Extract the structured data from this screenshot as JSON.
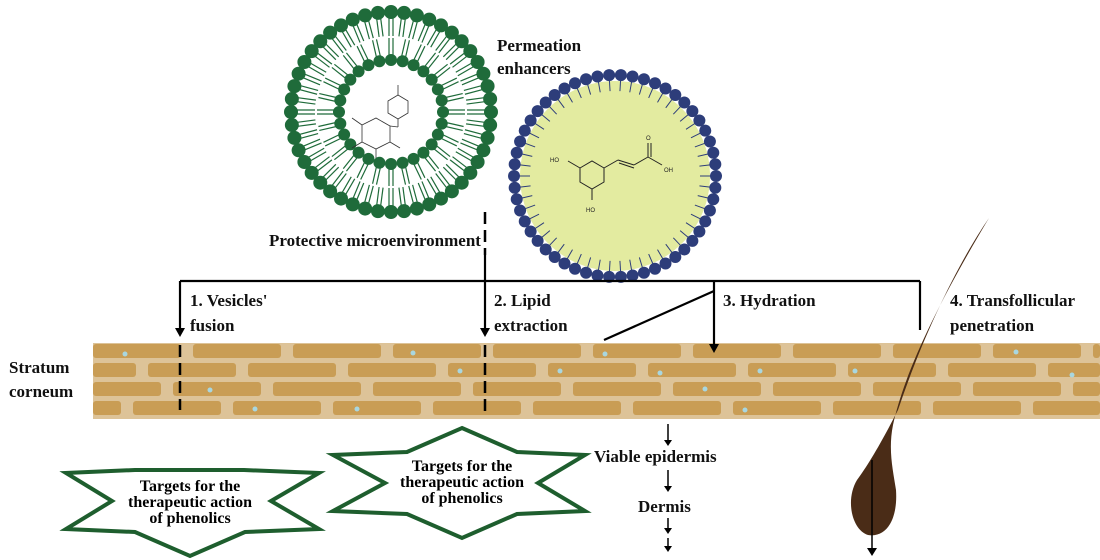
{
  "colors": {
    "liposome_head": "#1f6b3a",
    "micelle_head": "#2d3d7a",
    "micelle_core": "#e3eba0",
    "brick": "#c99d55",
    "mortar": "#ddc398",
    "hair": "#4a2c17",
    "star_border": "#1e5e2e",
    "dot": "#a9d7e0",
    "line": "#000000"
  },
  "labels": {
    "permeation_line1": "Permeation",
    "permeation_line2": "enhancers",
    "protective": "Protective microenvironment",
    "step1_line1": "1. Vesicles'",
    "step1_line2": "fusion",
    "step2_line1": "2. Lipid",
    "step2_line2": "extraction",
    "step3": "3. Hydration",
    "step4_line1": "4. Transfollicular",
    "step4_line2": "penetration",
    "stratum_line1": "Stratum",
    "stratum_line2": "corneum",
    "viable": "Viable epidermis",
    "dermis": "Dermis"
  },
  "targets": [
    {
      "lines": [
        "Targets for the",
        "therapeutic action",
        "of phenolics"
      ]
    },
    {
      "lines": [
        "Targets for the",
        "therapeutic action",
        "of phenolics"
      ]
    }
  ],
  "chem": {
    "ho_top": "HO",
    "ho_bottom": "HO",
    "oh": "OH",
    "o": "O"
  }
}
